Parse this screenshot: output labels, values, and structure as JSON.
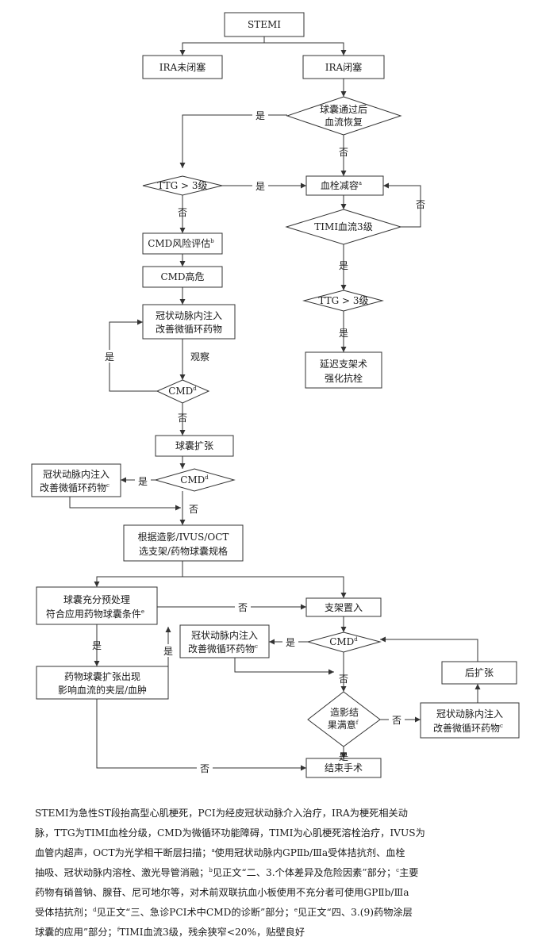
{
  "nodes": {
    "stemi": "STEMI",
    "ira_open": "IRA未闭塞",
    "ira_closed": "IRA闭塞",
    "balloon_restore": [
      "球囊通过后",
      "血流恢复"
    ],
    "ttg_left": "TTG > 3级",
    "thrombus": {
      "text": "血栓减容",
      "sup": "a"
    },
    "timi": "TIMI血流3级",
    "ttg_right": "TTG > 3级",
    "delay": [
      "延迟支架术",
      "强化抗栓"
    ],
    "cmd_risk": {
      "text": "CMD风险评估",
      "sup": "b"
    },
    "cmd_high": "CMD高危",
    "infuse1": [
      "冠状动脉内注入",
      "改善微循环药物"
    ],
    "cmd1": {
      "text": "CMD",
      "sup": "d"
    },
    "balloon_dilate": "球囊扩张",
    "cmd2": {
      "text": "CMD",
      "sup": "d"
    },
    "infuse2": {
      "lines": [
        "冠状动脉内注入",
        "改善微循环药物"
      ],
      "sup": "c"
    },
    "select": [
      "根据造影/IVUS/OCT",
      "选支架/药物球囊规格"
    ],
    "pretreat": {
      "lines": [
        "球囊充分预处理",
        "符合应用药物球囊条件"
      ],
      "sup": "e"
    },
    "stent": "支架置入",
    "infuse3": {
      "lines": [
        "冠状动脉内注入",
        "改善微循环药物"
      ],
      "sup": "c"
    },
    "cmd3": {
      "text": "CMD",
      "sup": "d"
    },
    "dcb_issue": [
      "药物球囊扩张出现",
      "影响血流的夹层/血肿"
    ],
    "post_dilate": "后扩张",
    "satisfied": {
      "lines": [
        "造影结",
        "果满意"
      ],
      "sup": "f"
    },
    "infuse4": {
      "lines": [
        "冠状动脉内注入",
        "改善微循环药物"
      ],
      "sup": "c"
    },
    "end": "结束手术"
  },
  "edge_labels": {
    "yes": "是",
    "no": "否",
    "observe": "观察"
  },
  "caption": [
    [
      {
        "t": "STEMI为急性ST段抬高型心肌梗死，PCI为经皮冠状动脉介入治疗，IRA为梗死相关动"
      }
    ],
    [
      {
        "t": "脉，TTG为TIMI血栓分级，CMD为微循环功能障碍，TIMI为心肌梗死溶栓治疗，IVUS为"
      }
    ],
    [
      {
        "t": "血管内超声，OCT为光学相干断层扫描；"
      },
      {
        "s": "a"
      },
      {
        "t": "使用冠状动脉内GPⅡb/Ⅲa受体拮抗剂、血栓"
      }
    ],
    [
      {
        "t": "抽吸、冠状动脉内溶栓、激光导管消融；"
      },
      {
        "s": "b"
      },
      {
        "t": "见正文“二、3.个体差异及危险因素”部分；"
      },
      {
        "s": "c"
      },
      {
        "t": "主要"
      }
    ],
    [
      {
        "t": "药物有硝普钠、腺苷、尼可地尔等，对术前双联抗血小板使用不充分者可使用GPⅡb/Ⅲa"
      }
    ],
    [
      {
        "t": "受体拮抗剂；"
      },
      {
        "s": "d"
      },
      {
        "t": "见正文“三、急诊PCI术中CMD的诊断”部分；"
      },
      {
        "s": "e"
      },
      {
        "t": "见正文“四、3.(9)药物涂层"
      }
    ],
    [
      {
        "t": "球囊的应用”部分；"
      },
      {
        "s": "f"
      },
      {
        "t": "TIMI血流3级，残余狭窄<20%，贴壁良好"
      }
    ]
  ]
}
